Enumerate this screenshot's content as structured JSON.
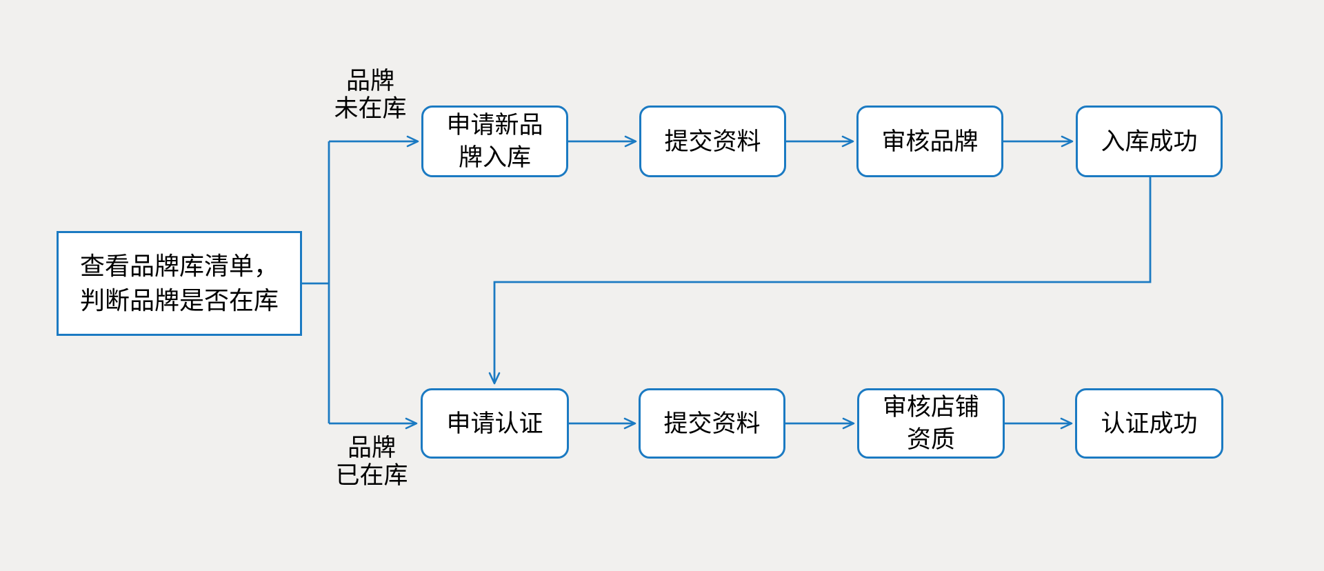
{
  "colors": {
    "line": "#1b7ac2",
    "node_fill": "#ffffff",
    "text": "#000000",
    "background": "#f1f0ee"
  },
  "diagram": {
    "start": {
      "label": "查看品牌库清单，\n判断品牌是否在库"
    },
    "branches": [
      {
        "condition": "品牌\n未在库",
        "steps": [
          "申请新品\n牌入库",
          "提交资料",
          "审核品牌",
          "入库成功"
        ]
      },
      {
        "condition": "品牌\n已在库",
        "steps": [
          "申请认证",
          "提交资料",
          "审核店铺\n资质",
          "认证成功"
        ]
      }
    ]
  }
}
